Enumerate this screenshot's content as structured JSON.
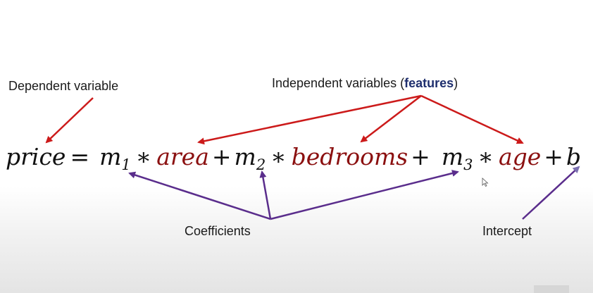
{
  "labels": {
    "dependent": "Dependent variable",
    "independent_prefix": "Independent variables (",
    "independent_bold": "features",
    "independent_suffix": ")",
    "coefficients": "Coefficients",
    "intercept": "Intercept"
  },
  "equation": {
    "lhs": "price",
    "equals": "=",
    "m1": "m",
    "m1_sub": "1",
    "times1": "∗",
    "feature1": "area",
    "plus1": "+",
    "m2": "m",
    "m2_sub": "2",
    "times2": "∗",
    "feature2": "bedrooms",
    "plus2": "+",
    "m3": "m",
    "m3_sub": "3",
    "times3": "∗",
    "feature3": "age",
    "plus3": "+",
    "intercept_symbol": "b"
  },
  "colors": {
    "red_arrow": "#cc1a1a",
    "purple_arrow": "#5a2d8c",
    "feature_text": "#8b1010"
  }
}
